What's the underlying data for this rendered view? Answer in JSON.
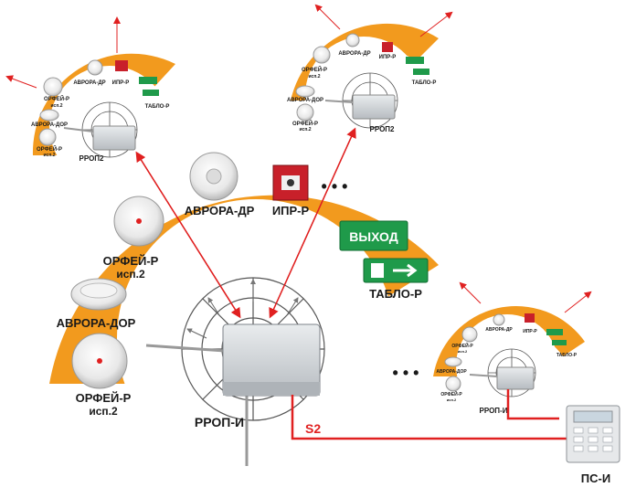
{
  "main_system": {
    "devices": {
      "aurora_dr": "АВРОРА-ДР",
      "ipr_r": "ИПР-Р",
      "orfey_r_top": "ОРФЕЙ-Р",
      "orfey_r_top_sub": "исп.2",
      "aurora_dor": "АВРОРА-ДОР",
      "orfey_r_bottom": "ОРФЕЙ-Р",
      "orfey_r_bottom_sub": "исп.2",
      "exit_sign": "ВЫХОД",
      "tablo_r": "ТАБЛО-Р",
      "ellipsis": "• • •"
    },
    "controller": "РРОП-И",
    "link_label": "S2"
  },
  "panel": {
    "label": "ПС-И"
  },
  "ellipsis_between": "• • •",
  "sub_left": {
    "devices": {
      "aurora_dr": "АВРОРА-ДР",
      "ipr_r": "ИПР-Р",
      "orfey_r": "ОРФЕЙ-Р",
      "orfey_r_sub": "исп.2",
      "aurora_dor": "АВРОРА-ДОР",
      "orfey_r2": "ОРФЕЙ-Р",
      "orfey_r2_sub": "исп.2",
      "tablo_r": "ТАБЛО-Р"
    },
    "controller": "РРОП2"
  },
  "sub_right": {
    "devices": {
      "aurora_dr": "АВРОРА-ДР",
      "ipr_r": "ИПР-Р",
      "orfey_r": "ОРФЕЙ-Р",
      "orfey_r_sub": "исп.2",
      "aurora_dor": "АВРОРА-ДОР",
      "orfey_r2": "ОРФЕЙ-Р",
      "orfey_r2_sub": "исп.2",
      "tablo_r": "ТАБЛО-Р"
    },
    "controller": "РРОП2"
  },
  "sub_small": {
    "devices": {
      "aurora_dr": "АВРОРА-ДР",
      "ipr_r": "ИПР-Р",
      "orfey_r": "ОРФЕЙ-Р",
      "orfey_r_sub": "исп.2",
      "aurora_dor": "АВРОРА-ДОР",
      "orfey_r2": "ОРФЕЙ-Р",
      "orfey_r2_sub": "исп.2",
      "tablo_r": "ТАБЛО-Р"
    },
    "controller": "РРОП-И"
  },
  "colors": {
    "orange": "#f29a1e",
    "red": "#e02020",
    "green": "#1f9a4a",
    "gray": "#c9cdd1"
  }
}
